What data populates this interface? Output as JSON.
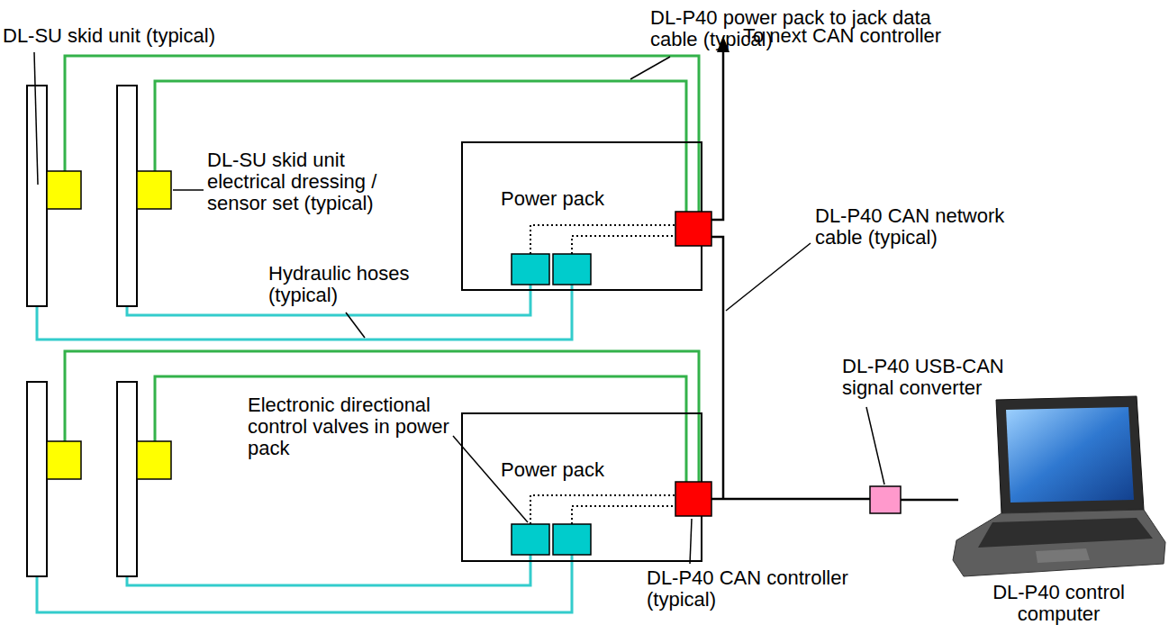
{
  "diagram": {
    "nodes": [
      {
        "text": [
          "Power pack"
        ]
      },
      {
        "text": [
          "Power pack"
        ]
      }
    ],
    "labels": [
      "DL-P40 power pack to jack data cable (typical)",
      "DL-SU skid unit (typical)",
      "To next CAN controller",
      "DL-SU skid unit electrical dressing / sensor set (typical)",
      "DL-P40 CAN network cable (typical)",
      "Hydraulic hoses (typical)",
      "DL-P40 USB-CAN signal converter",
      "Electronic directional control valves in power pack",
      "DL-P40 CAN controller (typical)",
      "DL-P40 control computer"
    ]
  }
}
